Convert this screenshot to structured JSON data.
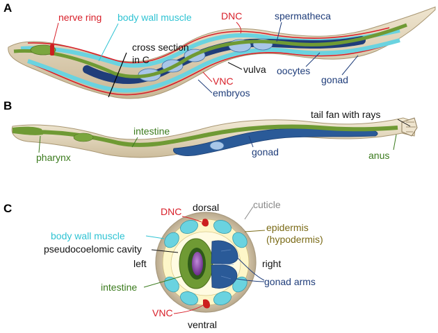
{
  "panels": {
    "a": {
      "letter": "A",
      "labels": {
        "nerve_ring": "nerve ring",
        "body_wall_muscle": "body wall muscle",
        "dnc": "DNC",
        "spermatheca": "spermatheca",
        "cross_section_1": "cross section",
        "cross_section_2": "in C",
        "vulva": "vulva",
        "oocytes": "oocytes",
        "gonad": "gonad",
        "vnc": "VNC",
        "embryos": "embryos"
      }
    },
    "b": {
      "letter": "B",
      "labels": {
        "tail_fan": "tail fan with rays",
        "intestine": "intestine",
        "pharynx": "pharynx",
        "gonad": "gonad",
        "anus": "anus"
      }
    },
    "c": {
      "letter": "C",
      "labels": {
        "dnc": "DNC",
        "dorsal": "dorsal",
        "cuticle": "cuticle",
        "epidermis_1": "epidermis",
        "epidermis_2": "(hypodermis)",
        "body_wall_muscle": "body wall muscle",
        "pseudocoelomic_cavity": "pseudocoelomic cavity",
        "left": "left",
        "right": "right",
        "intestine": "intestine",
        "gonad_arms": "gonad arms",
        "vnc": "VNC",
        "ventral": "ventral"
      }
    }
  },
  "colors": {
    "red_label": "#d8202a",
    "cyan_label": "#2fc3d3",
    "navy_label": "#1f3d7a",
    "green_label": "#3a7a1c",
    "olive_label": "#7a6a16",
    "gray_label": "#888888",
    "black_label": "#111111",
    "cuticle_fill": "#d7c8ad",
    "epidermis_fill": "#fdf6c8",
    "muscle_fill": "#6ad3e0",
    "intestine_fill": "#6f9a34",
    "gonad_fill": "#2a5a98",
    "lumen_fill": "#7a3a9a",
    "nerve_fill": "#cc1e1e"
  }
}
